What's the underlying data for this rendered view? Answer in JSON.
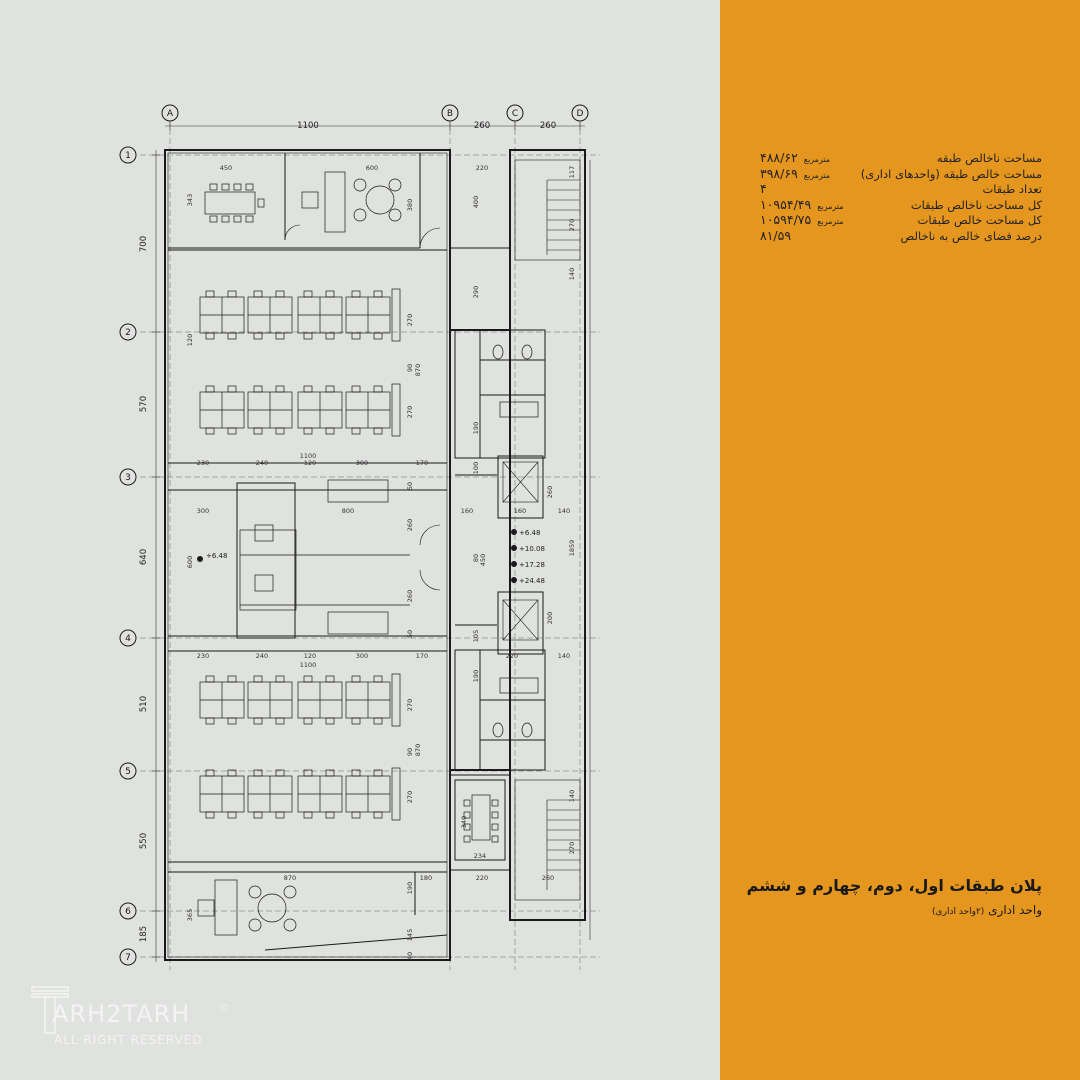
{
  "plan": {
    "grid_cols": [
      "A",
      "B",
      "C",
      "D"
    ],
    "grid_rows": [
      "1",
      "2",
      "3",
      "4",
      "5",
      "6",
      "7"
    ],
    "top_dims": [
      "1100",
      "260",
      "260"
    ],
    "side_dims": [
      "700",
      "570",
      "640",
      "510",
      "550",
      "185"
    ],
    "inner_dims": {
      "d450": "450",
      "d600": "600",
      "d343": "343",
      "d380": "380",
      "d400": "400",
      "d220a": "220",
      "d117": "117",
      "d270a": "270",
      "d140a": "140",
      "d290": "290",
      "d270b": "270",
      "d90a": "90",
      "d870a": "870",
      "d270c": "270",
      "d190a": "190",
      "d1100a": "1100",
      "d230a": "230",
      "d240a": "240",
      "d120a": "120",
      "d300a": "300",
      "d170a": "170",
      "d100": "100",
      "d260a": "260",
      "d50a": "50",
      "d300b": "300",
      "d800": "800",
      "d160a": "160",
      "d160b": "160",
      "d140b": "140",
      "d1859": "1859",
      "d260b": "260",
      "d450b": "450",
      "d80": "80",
      "d260c": "260",
      "d200": "200",
      "d600b": "600",
      "d50b": "50",
      "d105": "105",
      "d220b": "220",
      "d230b": "230",
      "d240b": "240",
      "d120b": "120",
      "d300c": "300",
      "d170b": "170",
      "d1100b": "1100",
      "d140c": "140",
      "d270d": "270",
      "d90b": "90",
      "d870b": "870",
      "d270e": "270",
      "d190b": "190",
      "d340": "340",
      "d234": "234",
      "d870c": "870",
      "d180": "180",
      "d220c": "220",
      "d260d": "260",
      "d365": "365",
      "d190c": "190",
      "d145": "145",
      "d40": "40",
      "d270f": "270",
      "d140d": "140",
      "d120c": "120"
    },
    "levels": [
      "+6.48",
      "+10.08",
      "+17.28",
      "+24.48"
    ],
    "level_left": "+6.48"
  },
  "stats": [
    {
      "label": "مساحت ناخالص طبقه",
      "unit": "مترمربع",
      "value": "۴۸۸/۶۲"
    },
    {
      "label": "مساحت خالص طبقه (واحدهای اداری)",
      "unit": "مترمربع",
      "value": "۳۹۸/۶۹"
    },
    {
      "label": "تعداد طبقات",
      "unit": "",
      "value": "۴"
    },
    {
      "label": "کل مساحت ناخالص طبقات",
      "unit": "مترمربع",
      "value": "۱۰۹۵۴/۴۹"
    },
    {
      "label": "کل مساحت خالص طبقات",
      "unit": "مترمربع",
      "value": "۱۰۵۹۴/۷۵"
    },
    {
      "label": "درصد فضای خالص به ناخالص",
      "unit": "",
      "value": "۸۱/۵۹"
    }
  ],
  "title": "پلان طبقات اول، دوم، چهارم و ششم",
  "subtitle": "واحد اداری",
  "subtitle_note": "(۲واحد اداری)",
  "logo": {
    "name": "ARH2TARH",
    "tagline": "ALL RIGHT RESERVED",
    "copyright": "©"
  },
  "colors": {
    "left_bg": "#dfe2de",
    "right_bg": "#e5961e",
    "line": "#1a1a1a"
  }
}
